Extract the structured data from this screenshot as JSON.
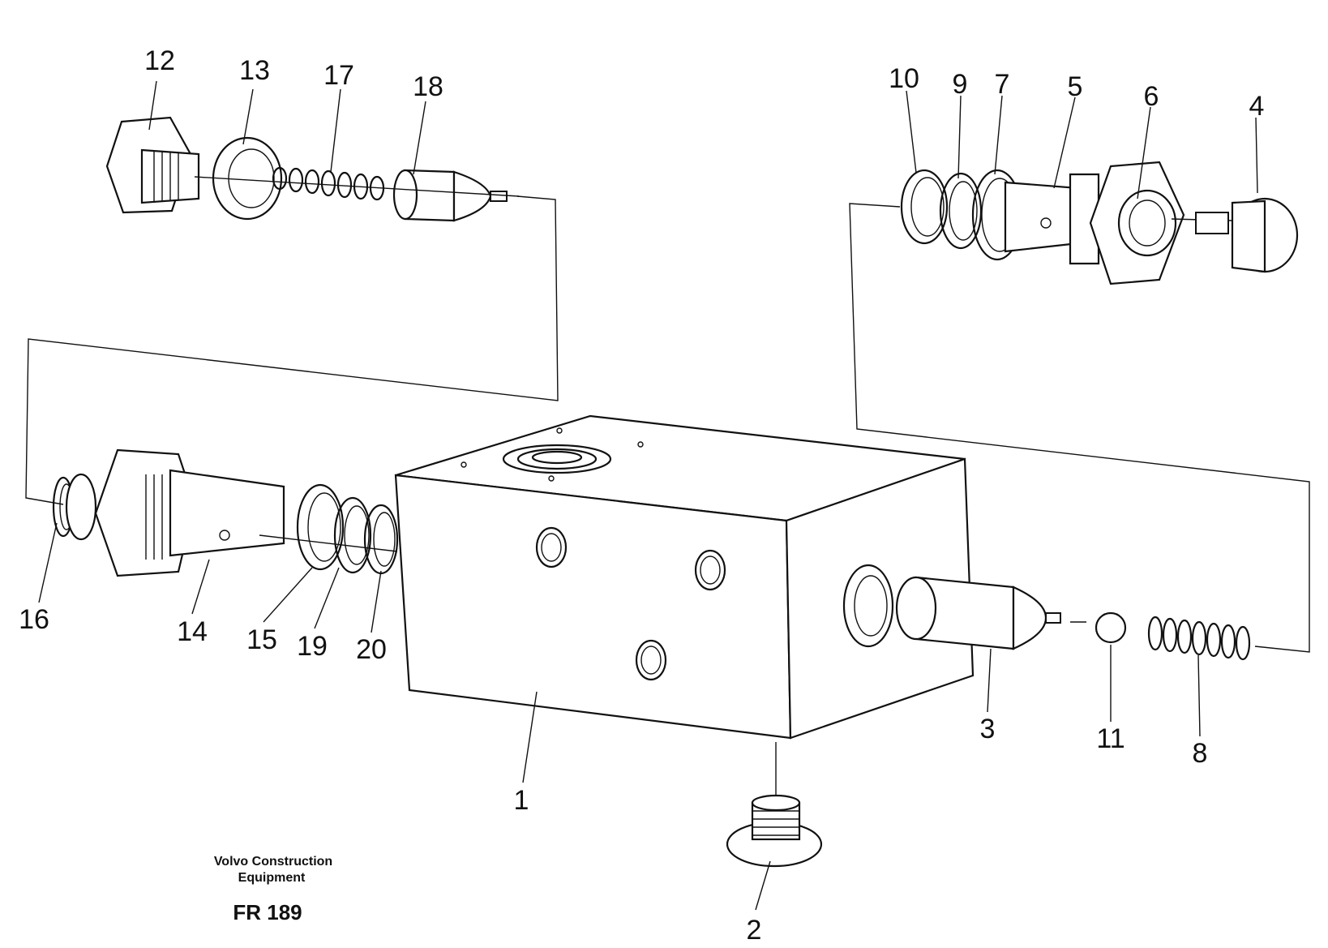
{
  "caption": {
    "company_line1": "Volvo Construction",
    "company_line2": "Equipment",
    "figure_code": "FR 189"
  },
  "parts": {
    "p1": "1",
    "p2": "2",
    "p3": "3",
    "p4": "4",
    "p5": "5",
    "p6": "6",
    "p7": "7",
    "p8": "8",
    "p9": "9",
    "p10": "10",
    "p11": "11",
    "p12": "12",
    "p13": "13",
    "p14": "14",
    "p15": "15",
    "p16": "16",
    "p17": "17",
    "p18": "18",
    "p19": "19",
    "p20": "20"
  }
}
